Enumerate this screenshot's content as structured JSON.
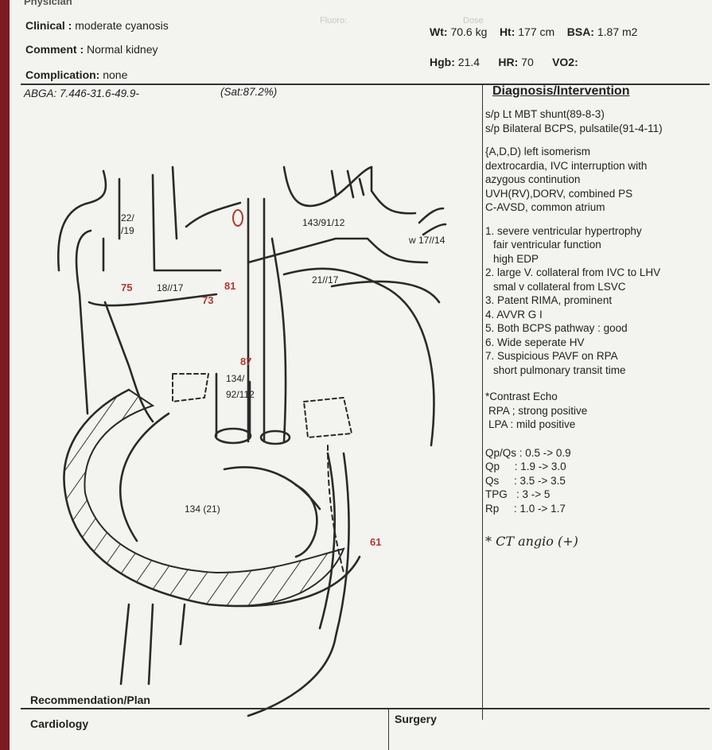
{
  "header": {
    "top_cut": "Physician",
    "clinical_label": "Clinical :",
    "clinical_value": "moderate cyanosis",
    "comment_label": "Comment :",
    "comment_value": "Normal kidney",
    "complication_label": "Complication:",
    "complication_value": "none",
    "wt_label": "Wt:",
    "wt_value": "70.6 kg",
    "ht_label": "Ht:",
    "ht_value": "177 cm",
    "bsa_label": "BSA:",
    "bsa_value": "1.87 m2",
    "hgb_label": "Hgb:",
    "hgb_value": "21.4",
    "hr_label": "HR:",
    "hr_value": "70",
    "vo2_label": "VO2:",
    "abga": "ABGA: 7.446-31.6-49.9-",
    "sat": "(Sat:87.2%)"
  },
  "diagram": {
    "labels": {
      "svc_pressure": "22/\n/19",
      "left_pa": "18//17",
      "right_pa": "21//17",
      "aorta": "143/91/12",
      "wedge": "w 17//14",
      "ventricle": "134/\n92/112",
      "lower": "134 (21)"
    },
    "saturations": {
      "s75": "75",
      "s73": "73",
      "s81": "81",
      "s87": "87",
      "s61": "61"
    }
  },
  "diagnosis": {
    "title": "Diagnosis/Intervention",
    "history": [
      "s/p Lt MBT shunt(89-8-3)",
      "s/p Bilateral BCPS, pulsatile(91-4-11)"
    ],
    "dx": [
      "{A,D,D) left isomerism",
      "dextrocardia, IVC interruption with",
      "azygous continution",
      "UVH(RV),DORV, combined PS",
      "C-AVSD, common atrium"
    ],
    "findings": [
      "1. severe ventricular hypertrophy",
      "fair ventricular function",
      "high EDP",
      "2. large V. collateral from IVC to LHV",
      "smal v collateral from LSVC",
      "3. Patent RIMA, prominent",
      "4. AVVR G I",
      "5. Both BCPS pathway : good",
      "6. Wide seperate HV",
      "7. Suspicious PAVF on RPA",
      "short pulmonary transit time"
    ],
    "contrast": [
      "*Contrast Echo",
      "RPA ; strong positive",
      "LPA : mild positive"
    ],
    "hemo": [
      "Qp/Qs : 0.5 -> 0.9",
      "Qp     : 1.9 -> 3.0",
      "Qs     : 3.5 -> 3.5",
      "TPG   : 3 -> 5",
      "Rp     : 1.0 -> 1.7"
    ],
    "handwritten": "* CT angio (+)"
  },
  "footer": {
    "recommendation": "Recommendation/Plan",
    "cardiology": "Cardiology",
    "surgery": "Surgery"
  },
  "colors": {
    "frame": "#7d1b22",
    "paper": "#f3f3ef",
    "ink": "#222222",
    "red_ink": "#b03a32"
  }
}
